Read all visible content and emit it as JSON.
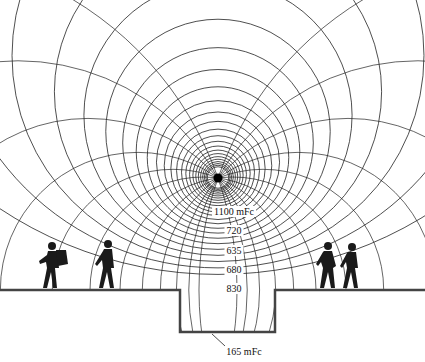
{
  "diagram": {
    "labels": [
      "1100 mFc",
      "720",
      "635",
      "680",
      "830",
      "165 mFc"
    ]
  }
}
